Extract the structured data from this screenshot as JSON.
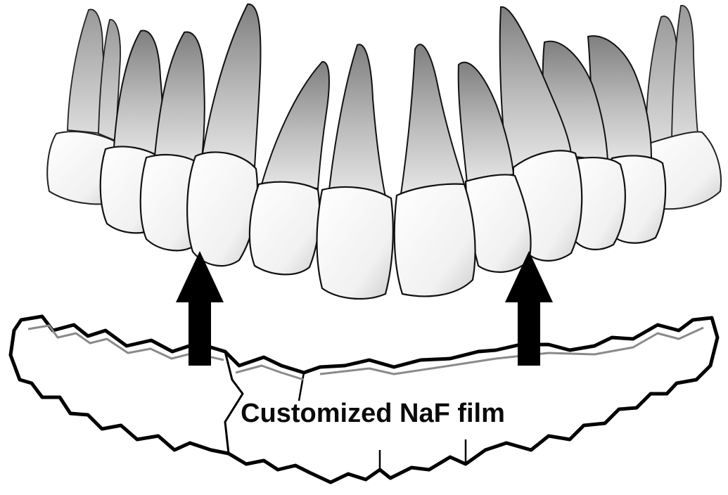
{
  "diagram": {
    "film_label": "Customized NaF film",
    "colors": {
      "background": "#ffffff",
      "outline": "#111111",
      "root_dark": "#8d8d8d",
      "root_light": "#eeeeee",
      "crown": "#f7f7f7",
      "arrow": "#000000",
      "film_fill": "#ffffff"
    },
    "elements": {
      "teeth": "upper dental arch",
      "arrows": [
        "arrow-up",
        "arrow-up"
      ]
    }
  }
}
